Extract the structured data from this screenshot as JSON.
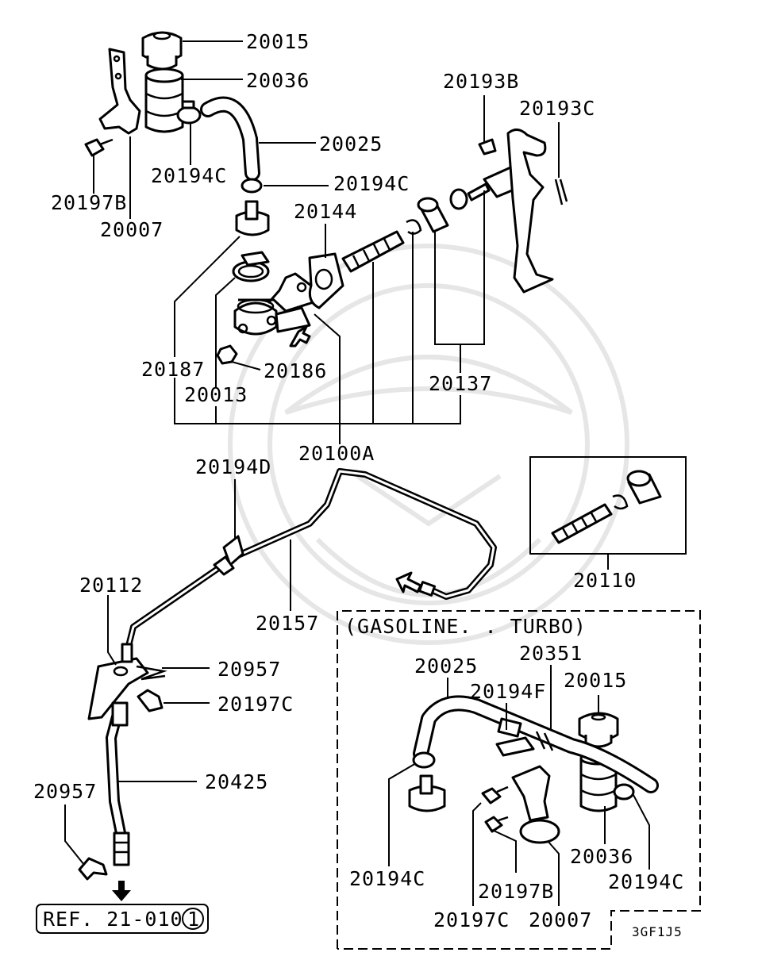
{
  "labels": {
    "p20015_top": "20015",
    "p20036_top": "20036",
    "p20025_top": "20025",
    "p20194C_a": "20194C",
    "p20194C_b": "20194C",
    "p20197B_top": "20197B",
    "p20007_top": "20007",
    "p20144": "20144",
    "p20193B": "20193B",
    "p20193C": "20193C",
    "p20187": "20187",
    "p20186": "20186",
    "p20013": "20013",
    "p20137": "20137",
    "p20100A": "20100A",
    "p20194D": "20194D",
    "p20110": "20110",
    "p20112": "20112",
    "p20157": "20157",
    "p20957_a": "20957",
    "p20197C_mid": "20197C",
    "p20425": "20425",
    "p20957_b": "20957",
    "ref": "REF. 21-010",
    "ref_circle": "1",
    "gas_turbo": "(GASOLINE. . TURBO)",
    "t20025": "20025",
    "t20351": "20351",
    "t20194F": "20194F",
    "t20015": "20015",
    "t20036": "20036",
    "t20194C_l": "20194C",
    "t20194C_r": "20194C",
    "t20197B": "20197B",
    "t20197C": "20197C",
    "t20007": "20007",
    "code": "3GF1J5"
  }
}
